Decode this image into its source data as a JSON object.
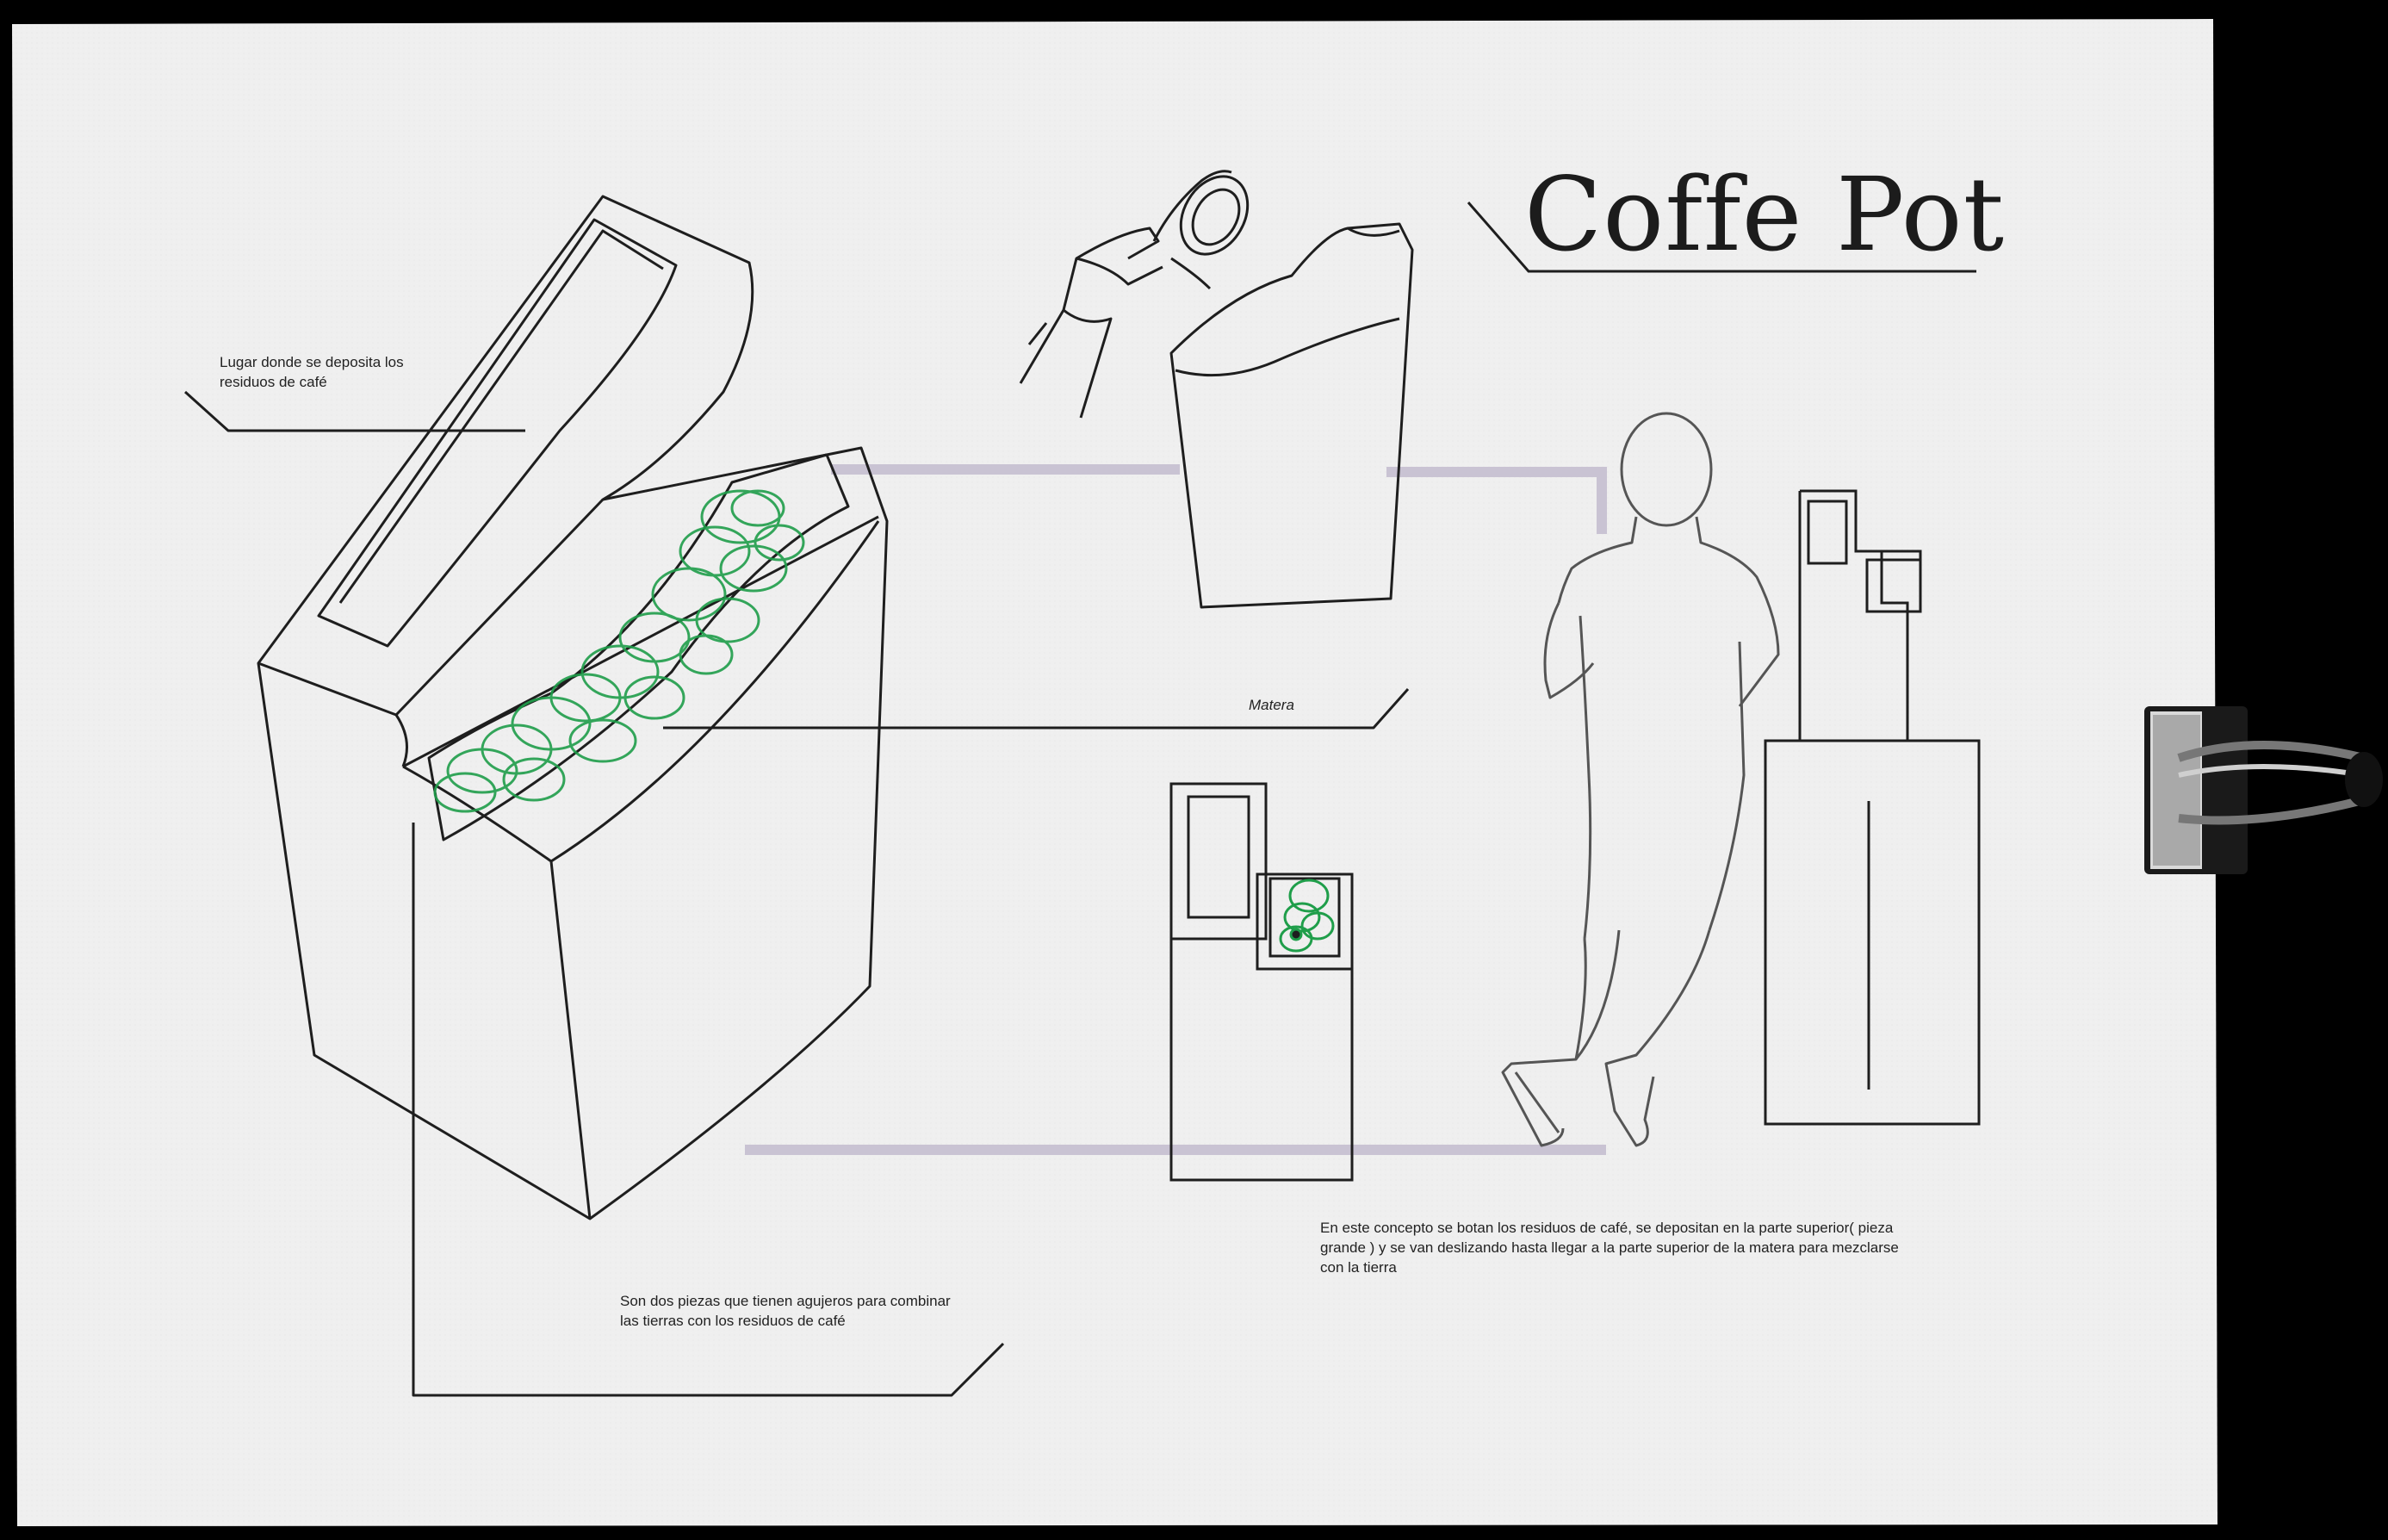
{
  "title": "Coffe Pot",
  "annotations": {
    "residue_place": "Lugar donde se deposita los residuos de café",
    "matera": "Matera",
    "two_pieces": "Son dos piezas que tienen agujeros para combinar las tierras con los residuos de café",
    "concept": "En este concepto se botan los residuos de café, se depositan en la parte superior( pieza grande ) y se van deslizando hasta llegar a la parte superior de la matera para mezclarse con la tierra"
  },
  "colors": {
    "paper": "#efefef",
    "ink": "#1e1e1e",
    "plant_green": "#1f9e4a",
    "connector_lavender": "#c9c3d3",
    "background": "#000000"
  }
}
